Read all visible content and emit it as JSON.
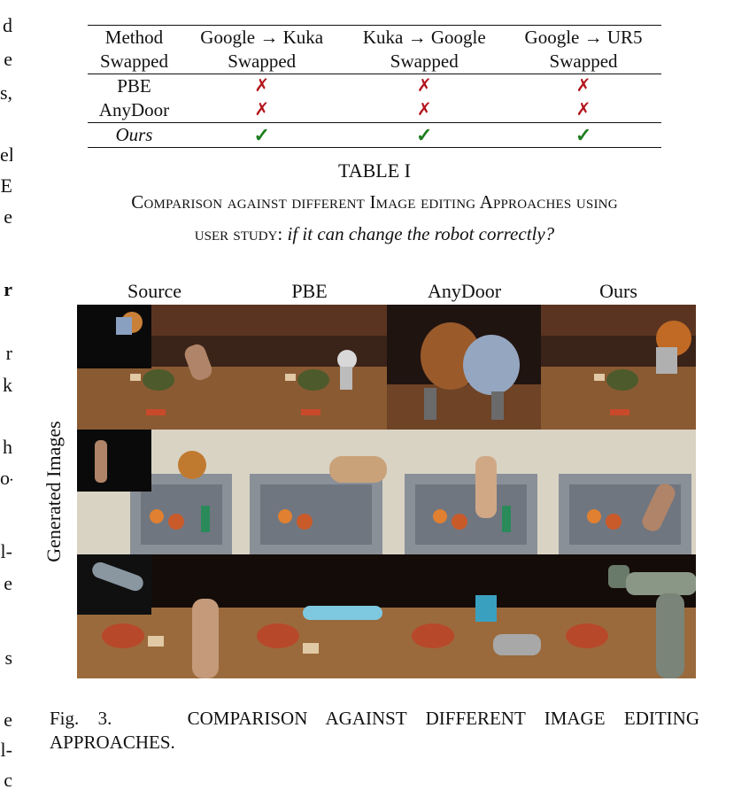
{
  "left_edge": {
    "fragments": [
      "d",
      "e",
      "s,",
      "el",
      "E",
      "e",
      "r",
      "r",
      "k",
      "h",
      "o-",
      "l-",
      "e",
      "s",
      "e",
      "l-",
      "c"
    ]
  },
  "table": {
    "headers_line1": [
      "Method",
      "Google → Kuka",
      "Kuka → Google",
      "Google → UR5"
    ],
    "headers_line2": [
      "Swapped",
      "Swapped",
      "Swapped",
      "Swapped"
    ],
    "rows": [
      {
        "method": "PBE",
        "cells": [
          "✗",
          "✗",
          "✗"
        ]
      },
      {
        "method": "AnyDoor",
        "cells": [
          "✗",
          "✗",
          "✗"
        ]
      },
      {
        "method": "Ours",
        "cells": [
          "✓",
          "✓",
          "✓"
        ]
      }
    ],
    "label": "TABLE I",
    "caption_line1": "Comparison against different Image editing Approaches using",
    "caption_line2_sc": "user study:",
    "caption_line2_italic": "if it can change the robot correctly?"
  },
  "figure": {
    "column_headers": [
      "Source",
      "PBE",
      "AnyDoor",
      "Ours"
    ],
    "row_label": "Generated Images",
    "caption_prefix": "Fig. 3.",
    "caption_text": "COMPARISON AGAINST DIFFERENT IMAGE EDITING APPROACHES."
  },
  "colors": {
    "cross": "#b3161d",
    "check": "#1e7d1e"
  }
}
